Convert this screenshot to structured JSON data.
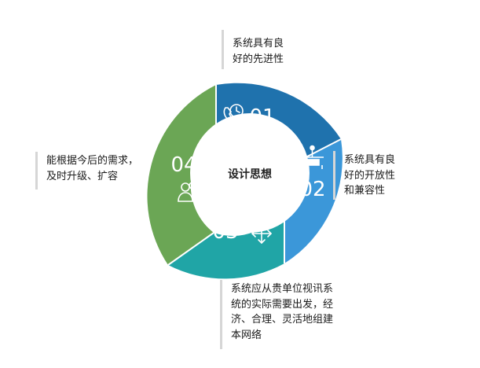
{
  "diagram": {
    "center_title": "设计思想",
    "colors": {
      "blue_dark": "#1f72ad",
      "blue_light": "#3b97d9",
      "teal": "#20a5a6",
      "green": "#6ba655",
      "bar": "#d6d6d6"
    },
    "segments": [
      {
        "number": "01",
        "icon": "clock-phone-icon",
        "text": "系统具有良\n好的先进性"
      },
      {
        "number": "02",
        "icon": "network-node-icon",
        "text": "系统具有良\n好的开放性\n和兼容性"
      },
      {
        "number": "03",
        "icon": "move-arrows-icon",
        "text": "系统应从贵单位视讯系\n统的实际需要出发，经\n济、合理、灵活地组建\n本网络"
      },
      {
        "number": "04",
        "icon": "users-icon",
        "text": "能根据今后的需求，\n及时升级、扩容"
      }
    ]
  }
}
